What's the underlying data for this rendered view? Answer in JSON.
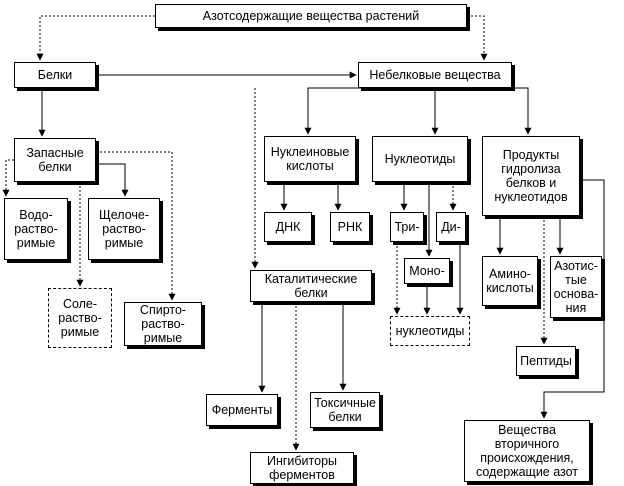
{
  "diagram": {
    "nodes": {
      "root": "Азотсодержащие вещества растений",
      "proteins": "Белки",
      "nonprotein": "Небелковые вещества",
      "storage": "Запасные\nбелки",
      "nucleic": "Нуклеиновые\nкислоты",
      "nucleotides": "Нуклеотиды",
      "hydrolysis": "Продукты\nгидролиза\nбелков и\nнуклеотидов",
      "water": "Водо-\nраство-\nримые",
      "alkali": "Щелоче-\nраство-\nримые",
      "dna": "ДНК",
      "rna": "РНК",
      "tri": "Три-",
      "di": "Ди-",
      "catalytic": "Каталитические\nбелки",
      "mono": "Моно-",
      "aminoacids": "Амино-\nкислоты",
      "bases": "Азотис-\nтые\nоснова-\nния",
      "salt": "Соле-\nраство-\nримые",
      "alcohol": "Спирто-\nраство-\nримые",
      "nuclsum": "нуклеотиды",
      "peptides": "Пептиды",
      "enzymes": "Ферменты",
      "toxic": "Токсичные\nбелки",
      "secondary": "Вещества\nвторичного\nпроисхождения,\nсодержащие азот",
      "inhibitors": "Ингибиторы\nферментов"
    },
    "colors": {
      "line": "#000000",
      "box": "#ffffff"
    }
  }
}
